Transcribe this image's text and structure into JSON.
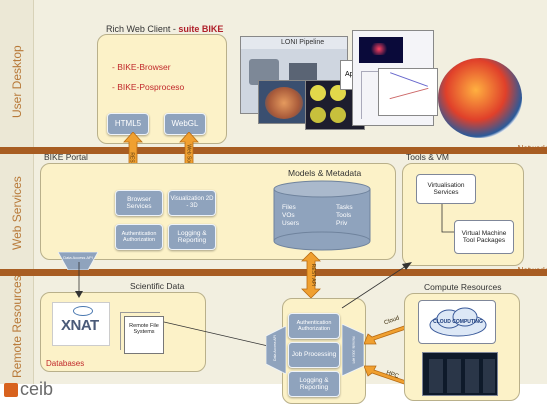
{
  "layers": [
    {
      "name": "User Desktop"
    },
    {
      "name": "Web Services"
    },
    {
      "name": "Remote Resources"
    }
  ],
  "network_label": "Network",
  "client": {
    "title_prefix": "Rich Web Client - ",
    "title_strong": "suite BIKE",
    "items": [
      "- BIKE-Browser",
      "- BIKE-Posproceso"
    ],
    "html5": "HTML5",
    "webgl": "WebGL",
    "arrow_rest": "REST",
    "arrow_websockets": "Web Sockets"
  },
  "images": {
    "loni": "LONI Pipeline",
    "app": "App"
  },
  "portal": {
    "title": "BIKE Portal",
    "browser_services": "Browser Services",
    "visualization": "Visualization 2D - 3D",
    "authentication": "Authentication Authorization",
    "logging": "Logging & Reporting",
    "gate": "Data Access API"
  },
  "models": {
    "title": "Models & Metadata",
    "col1": [
      "Files",
      "VOs",
      "Users"
    ],
    "col2": [
      "Tasks",
      "Tools",
      "Priv"
    ],
    "arrow_rest_api": "REST API"
  },
  "tools": {
    "title": "Tools & VM",
    "virtualisation": "Virtualisation Services",
    "packages": "Virtual Machine Tool Packages"
  },
  "scientific": {
    "title": "Scientific Data",
    "xnat": "XNAT",
    "remote_fs": "Remote File Systems",
    "databases": "Databases"
  },
  "job_stack": {
    "authentication": "Authentication Authorization",
    "job_processing": "Job Processing",
    "logging": "Logging & Reporting",
    "left_api": "Data Access API",
    "right_api": "Remote Jobs API"
  },
  "compute": {
    "title": "Compute Resources",
    "cloud_arrow": "Cloud",
    "hpc_arrow": "HPC",
    "cloud_icon": "CLOUD COMPUTING"
  },
  "logo": "ceib",
  "colors": {
    "divider": "#a85d22",
    "panel": "#fcf2c8",
    "box": "#8fa3bd",
    "arrow": "#f0a030"
  }
}
